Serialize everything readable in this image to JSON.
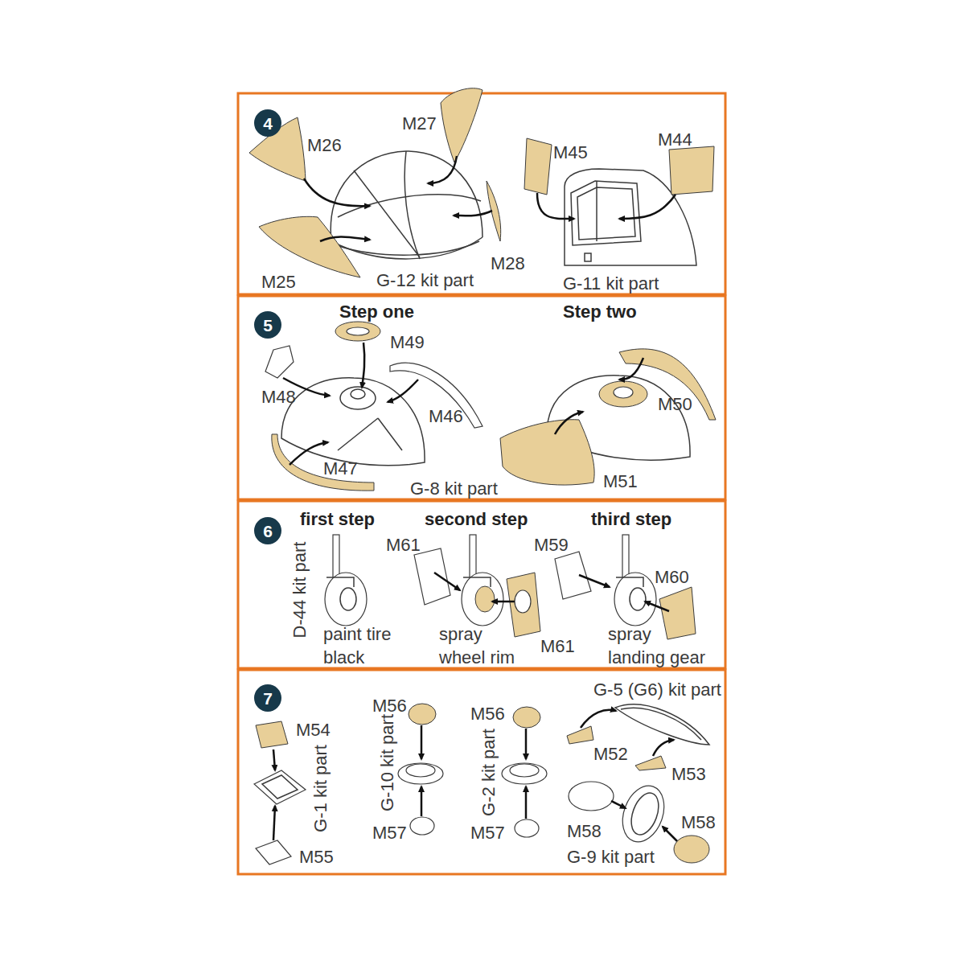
{
  "diagram": {
    "nodes": [
      {
        "text": [
          "4"
        ]
      },
      {
        "text": [
          "5"
        ]
      },
      {
        "text": [
          "6"
        ]
      },
      {
        "text": [
          "7"
        ]
      }
    ],
    "labels": [
      "M26",
      "M27",
      "M45",
      "M44",
      "M28",
      "M25",
      "G-12 kit part",
      "G-11 kit part",
      "Step one",
      "Step two",
      "M49",
      "M48",
      "M46",
      "M50",
      "M47",
      "G-8 kit part",
      "M51",
      "first step",
      "second step",
      "third step",
      "D-44 kit part",
      "M61",
      "M59",
      "M60",
      "paint tire black",
      "spray wheel rim",
      "M61",
      "spray landing gear",
      "G-5 (G6) kit part",
      "M56",
      "M56",
      "M54",
      "G-1 kit part",
      "G-10 kit part",
      "G-2 kit part",
      "M52",
      "M53",
      "M58",
      "M57",
      "M57",
      "M58",
      "M55",
      "G-9 kit part"
    ]
  }
}
